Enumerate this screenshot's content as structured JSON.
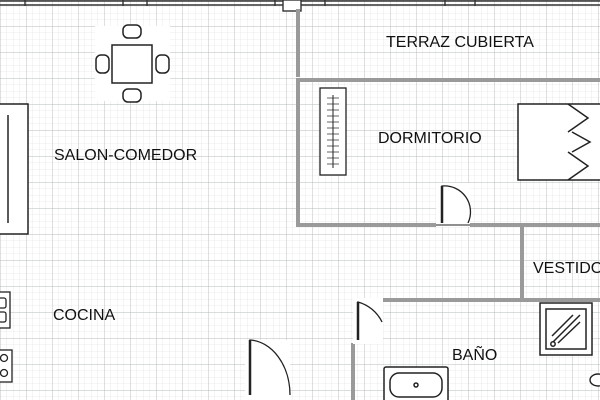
{
  "rooms": {
    "salon": "SALON-COMEDOR",
    "terraza": "TERRAZ CUBIERTA",
    "dormitorio": "DORMITORIO",
    "cocina": "COCINA",
    "bano": "BAÑO",
    "vestidor": "VESTIDO"
  },
  "colors": {
    "grid_minor": "#d4dad4",
    "grid_major": "#b4bab4",
    "wall": "#9a9a9a",
    "wall_dark": "#333333",
    "line": "#222222"
  }
}
